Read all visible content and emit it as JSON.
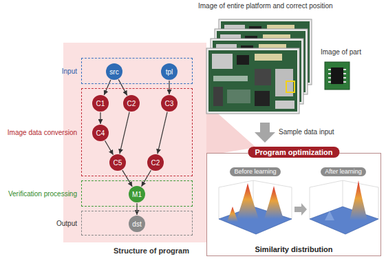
{
  "diagram": {
    "nodes": [
      {
        "text": [
          "Structure of program"
        ]
      },
      {
        "text": [
          "Input"
        ],
        "in": 0
      },
      {
        "text": [
          "src"
        ],
        "in": 1
      },
      {
        "text": [
          "tpl"
        ],
        "in": 1
      },
      {
        "text": [
          "Image data conversion"
        ],
        "in": 0
      },
      {
        "text": [
          "C1"
        ],
        "in": 4
      },
      {
        "text": [
          "C2"
        ],
        "in": 4
      },
      {
        "text": [
          "C3"
        ],
        "in": 4
      },
      {
        "text": [
          "C4"
        ],
        "in": 4
      },
      {
        "text": [
          "C5"
        ],
        "in": 4
      },
      {
        "text": [
          "C2"
        ],
        "in": 4
      },
      {
        "text": [
          "Verification processing"
        ],
        "in": 0
      },
      {
        "text": [
          "M1"
        ],
        "in": 11
      },
      {
        "text": [
          "Output"
        ],
        "in": 0
      },
      {
        "text": [
          "dst"
        ],
        "in": 13
      },
      {
        "text": [
          "Program optimization",
          "Similarity distribution"
        ]
      },
      {
        "text": [
          "Before learning"
        ],
        "in": 15
      },
      {
        "text": [
          "After learning"
        ],
        "in": 15
      }
    ],
    "edges": [
      {
        "from": 2,
        "to": 5,
        "arrow": "to"
      },
      {
        "from": 2,
        "to": 6,
        "arrow": "to"
      },
      {
        "from": 3,
        "to": 7,
        "arrow": "to"
      },
      {
        "from": 5,
        "to": 8,
        "arrow": "to"
      },
      {
        "from": 8,
        "to": 9,
        "arrow": "to"
      },
      {
        "from": 6,
        "to": 9,
        "arrow": "to"
      },
      {
        "from": 7,
        "to": 10,
        "arrow": "to"
      },
      {
        "from": 9,
        "to": 12,
        "arrow": "to"
      },
      {
        "from": 10,
        "to": 12,
        "arrow": "to"
      },
      {
        "from": 12,
        "to": 14,
        "arrow": "to"
      }
    ],
    "labels": [
      "Image of entire platform and correct position",
      "Image of part",
      "Sample data input"
    ]
  }
}
